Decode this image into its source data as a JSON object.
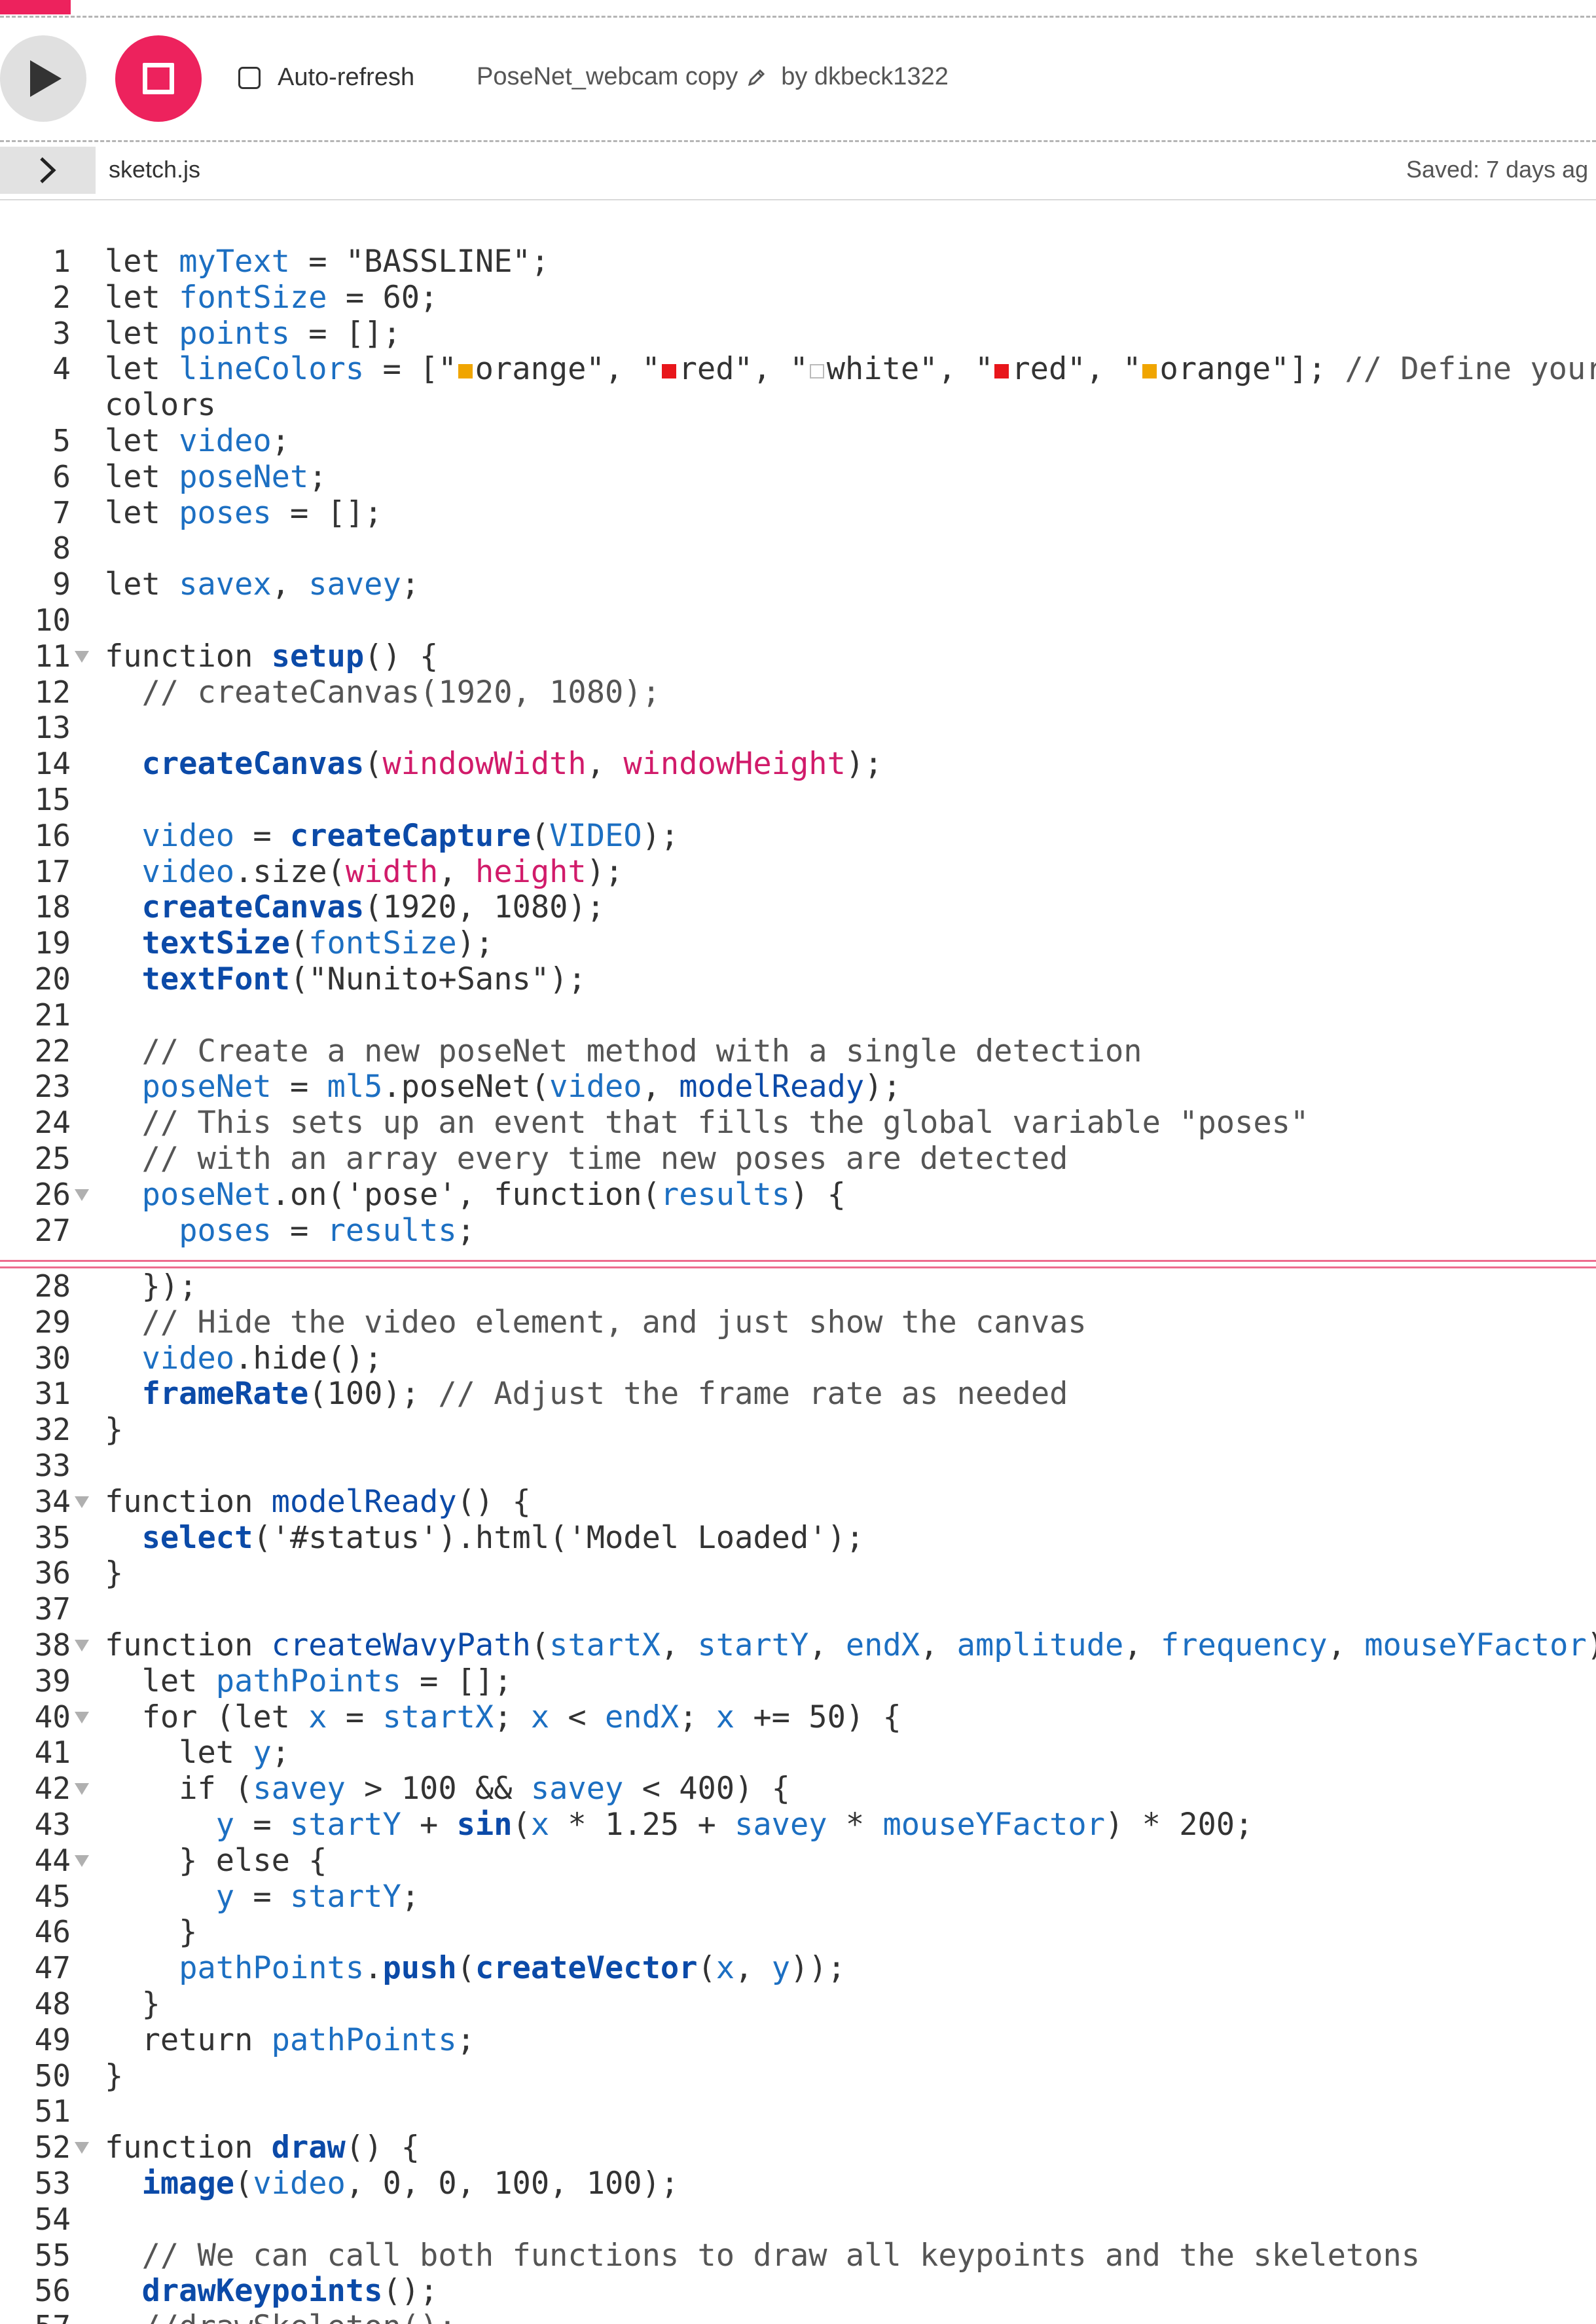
{
  "toolbar": {
    "autorefresh_label": "Auto-refresh",
    "project_name": "PoseNet_webcam copy",
    "by_user": "by dkbeck1322"
  },
  "filebar": {
    "filename": "sketch.js",
    "saved_status": "Saved: 7 days ag"
  },
  "colors": {
    "accent": "#ed225d",
    "orange": "#f0a500",
    "red": "#e8161b",
    "white": "#ffffff"
  },
  "editor": {
    "top_lines": [
      {
        "n": "1",
        "t": "let myText = \"BASSLINE\";"
      },
      {
        "n": "2",
        "t": "let fontSize = 60;"
      },
      {
        "n": "3",
        "t": "let points = [];"
      },
      {
        "n": "4",
        "t": "let lineColors = [\"orange\", \"red\", \"white\", \"red\", \"orange\"]; // Define your"
      },
      {
        "n": "",
        "t": "colors"
      },
      {
        "n": "5",
        "t": "let video;"
      },
      {
        "n": "6",
        "t": "let poseNet;"
      },
      {
        "n": "7",
        "t": "let poses = [];"
      },
      {
        "n": "8",
        "t": ""
      },
      {
        "n": "9",
        "t": "let savex, savey;"
      },
      {
        "n": "10",
        "t": ""
      },
      {
        "n": "11",
        "t": "function setup() {"
      },
      {
        "n": "12",
        "t": "  // createCanvas(1920, 1080);"
      },
      {
        "n": "13",
        "t": ""
      },
      {
        "n": "14",
        "t": "  createCanvas(windowWidth, windowHeight);"
      },
      {
        "n": "15",
        "t": ""
      },
      {
        "n": "16",
        "t": "  video = createCapture(VIDEO);"
      },
      {
        "n": "17",
        "t": "  video.size(width, height);"
      },
      {
        "n": "18",
        "t": "  createCanvas(1920, 1080);"
      },
      {
        "n": "19",
        "t": "  textSize(fontSize);"
      },
      {
        "n": "20",
        "t": "  textFont(\"Nunito+Sans\");"
      },
      {
        "n": "21",
        "t": ""
      },
      {
        "n": "22",
        "t": "  // Create a new poseNet method with a single detection"
      },
      {
        "n": "23",
        "t": "  poseNet = ml5.poseNet(video, modelReady);"
      },
      {
        "n": "24",
        "t": "  // This sets up an event that fills the global variable \"poses\""
      },
      {
        "n": "25",
        "t": "  // with an array every time new poses are detected"
      },
      {
        "n": "26",
        "t": "  poseNet.on('pose', function(results) {"
      },
      {
        "n": "27",
        "t": "    poses = results;"
      }
    ],
    "bottom_lines": [
      {
        "n": "28",
        "t": "  });"
      },
      {
        "n": "29",
        "t": "  // Hide the video element, and just show the canvas"
      },
      {
        "n": "30",
        "t": "  video.hide();"
      },
      {
        "n": "31",
        "t": "  frameRate(100); // Adjust the frame rate as needed"
      },
      {
        "n": "32",
        "t": "}"
      },
      {
        "n": "33",
        "t": ""
      },
      {
        "n": "34",
        "t": "function modelReady() {"
      },
      {
        "n": "35",
        "t": "  select('#status').html('Model Loaded');"
      },
      {
        "n": "36",
        "t": "}"
      },
      {
        "n": "37",
        "t": ""
      },
      {
        "n": "38",
        "t": "function createWavyPath(startX, startY, endX, amplitude, frequency, mouseYFactor) {"
      },
      {
        "n": "39",
        "t": "  let pathPoints = [];"
      },
      {
        "n": "40",
        "t": "  for (let x = startX; x < endX; x += 50) {"
      },
      {
        "n": "41",
        "t": "    let y;"
      },
      {
        "n": "42",
        "t": "    if (savey > 100 && savey < 400) {"
      },
      {
        "n": "43",
        "t": "      y = startY + sin(x * 1.25 + savey * mouseYFactor) * 200;"
      },
      {
        "n": "44",
        "t": "    } else {"
      },
      {
        "n": "45",
        "t": "      y = startY;"
      },
      {
        "n": "46",
        "t": "    }"
      },
      {
        "n": "47",
        "t": "    pathPoints.push(createVector(x, y));"
      },
      {
        "n": "48",
        "t": "  }"
      },
      {
        "n": "49",
        "t": "  return pathPoints;"
      },
      {
        "n": "50",
        "t": "}"
      },
      {
        "n": "51",
        "t": ""
      },
      {
        "n": "52",
        "t": "function draw() {"
      },
      {
        "n": "53",
        "t": "  image(video, 0, 0, 100, 100);"
      },
      {
        "n": "54",
        "t": ""
      },
      {
        "n": "55",
        "t": "  // We can call both functions to draw all keypoints and the skeletons"
      },
      {
        "n": "56",
        "t": "  drawKeypoints();"
      },
      {
        "n": "57",
        "t": "  //drawSkeleton();"
      }
    ]
  }
}
